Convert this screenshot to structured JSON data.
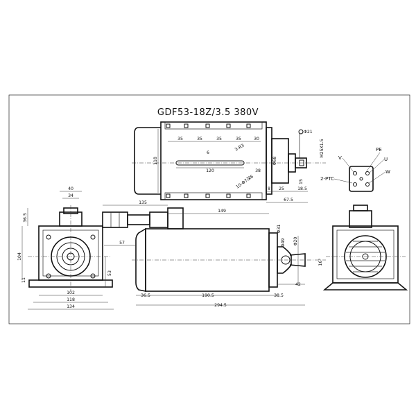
{
  "title": "GDF53-18Z/3.5 380V",
  "top_view": {
    "dims_top": [
      "35",
      "35",
      "35",
      "35",
      "30"
    ],
    "dims_mid": [
      "120",
      "38"
    ],
    "dims_bottom": [
      "8",
      "25",
      "18.5",
      "67.5"
    ],
    "dims_right": [
      "M25X1.5",
      "Φ21",
      "15"
    ],
    "dim_left": "118",
    "dim_inner": "6",
    "dim_slot": "3-R3",
    "dim_center": "Φ68",
    "dim_holes": "10-Φ7深6"
  },
  "connector": {
    "labels": [
      "V",
      "PE",
      "U",
      "W",
      "2-PTC"
    ]
  },
  "side_view": {
    "dims_top": [
      "135",
      "149"
    ],
    "dims_bottom": [
      "36.5",
      "190.5",
      "38.5",
      "294.5"
    ],
    "dims_right": [
      "Φ20",
      "Φ31",
      "Φ49"
    ],
    "dim_left": "57",
    "dim_nose": "42",
    "dim_angle": "16°"
  },
  "front_view": {
    "dims_top": [
      "40",
      "34"
    ],
    "dims_left": [
      "36.5",
      "104",
      "11"
    ],
    "dims_bottom": [
      "102",
      "118",
      "134"
    ],
    "dim_right": "53"
  }
}
